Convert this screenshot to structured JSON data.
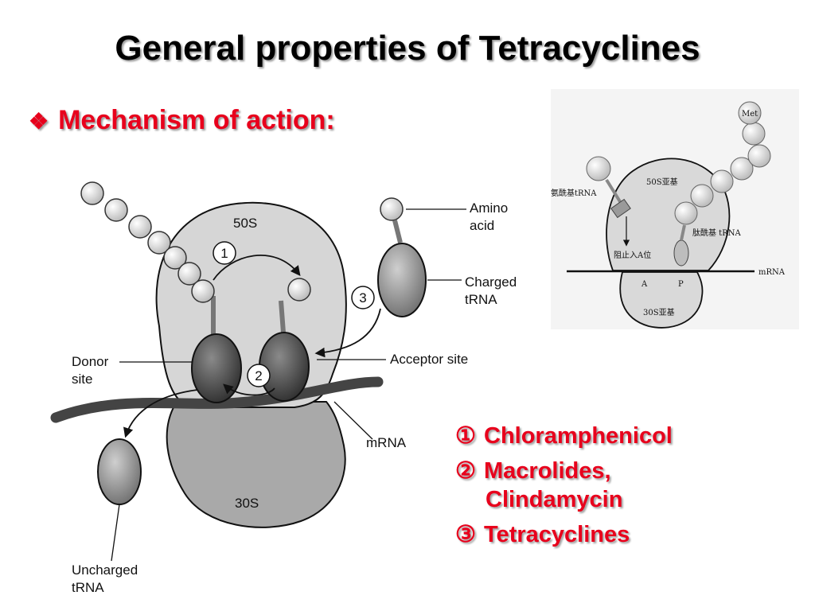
{
  "title": "General properties of Tetracyclines",
  "section": {
    "bullet": "❖",
    "label": "Mechanism of action:"
  },
  "main_diagram": {
    "subunit_large": "50S",
    "subunit_small": "30S",
    "step_numbers": [
      "1",
      "2",
      "3"
    ],
    "labels": {
      "amino_acid_line1": "Amino",
      "amino_acid_line2": "acid",
      "charged_trna_line1": "Charged",
      "charged_trna_line2": "tRNA",
      "donor_site_line1": "Donor",
      "donor_site_line2": "site",
      "acceptor_site": "Acceptor site",
      "mrna": "mRNA",
      "uncharged_trna_line1": "Uncharged",
      "uncharged_trna_line2": "tRNA"
    }
  },
  "inset_diagram": {
    "met": "Met",
    "subunit_large": "50S亚基",
    "subunit_small": "30S亚基",
    "aminoacyl_trna": "氨酰基tRNA",
    "peptidyl_trna": "肽酰基 tRNA",
    "block_a_site": "阻止入A位",
    "mrna": "mRNA",
    "site_a": "A",
    "site_p": "P"
  },
  "drugs": [
    {
      "num": "①",
      "name": "Chloramphenicol",
      "cont": ""
    },
    {
      "num": "②",
      "name": "Macrolides,",
      "cont": "Clindamycin"
    },
    {
      "num": "③",
      "name": "Tetracyclines",
      "cont": ""
    }
  ],
  "colors": {
    "accent_red": "#e8001c",
    "ribosome_large": "#d6d6d6",
    "ribosome_small": "#a8a8a8",
    "trna_dark": "#4a4a4a"
  }
}
